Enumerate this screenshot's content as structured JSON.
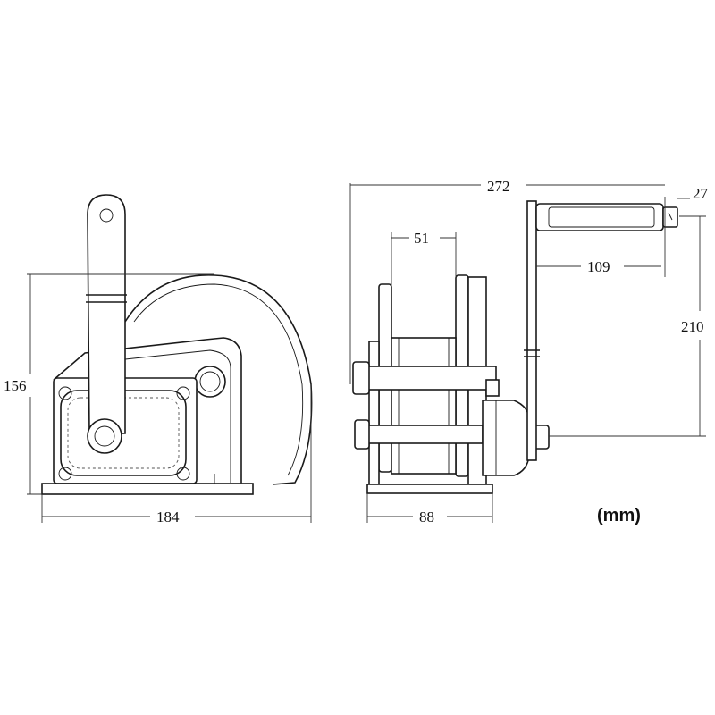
{
  "dimensions": {
    "width_184": "184",
    "height_156": "156",
    "total_272": "272",
    "handle_27": "27",
    "drum_51": "51",
    "handle_109": "109",
    "height_210": "210",
    "base_88": "88"
  },
  "unit_label": "(mm)",
  "colors": {
    "line": "#1a1a1a",
    "background": "#ffffff"
  }
}
